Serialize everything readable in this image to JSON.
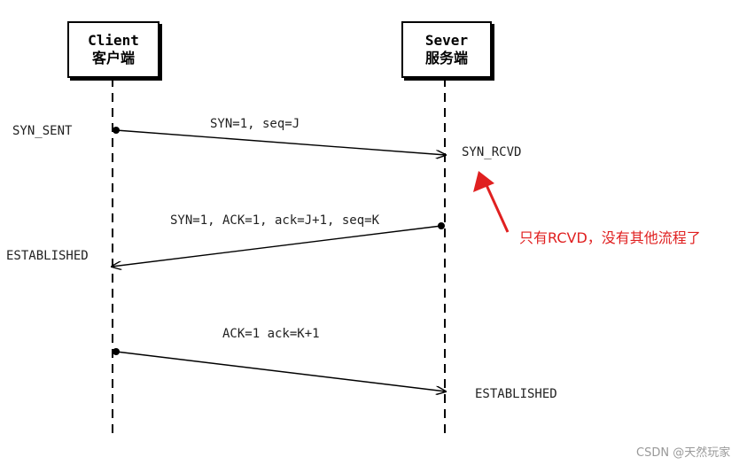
{
  "client": {
    "line1": "Client",
    "line2": "客户端"
  },
  "server": {
    "line1": "Sever",
    "line2": "服务端"
  },
  "states": {
    "syn_sent": "SYN_SENT",
    "syn_rcvd": "SYN_RCVD",
    "client_established": "ESTABLISHED",
    "server_established": "ESTABLISHED"
  },
  "messages": {
    "syn": "SYN=1, seq=J",
    "syn_ack": "SYN=1, ACK=1, ack=J+1, seq=K",
    "ack": "ACK=1 ack=K+1"
  },
  "annotation": {
    "text": "只有RCVD，没有其他流程了",
    "color": "#e02020"
  },
  "watermark": "CSDN @天然玩家"
}
